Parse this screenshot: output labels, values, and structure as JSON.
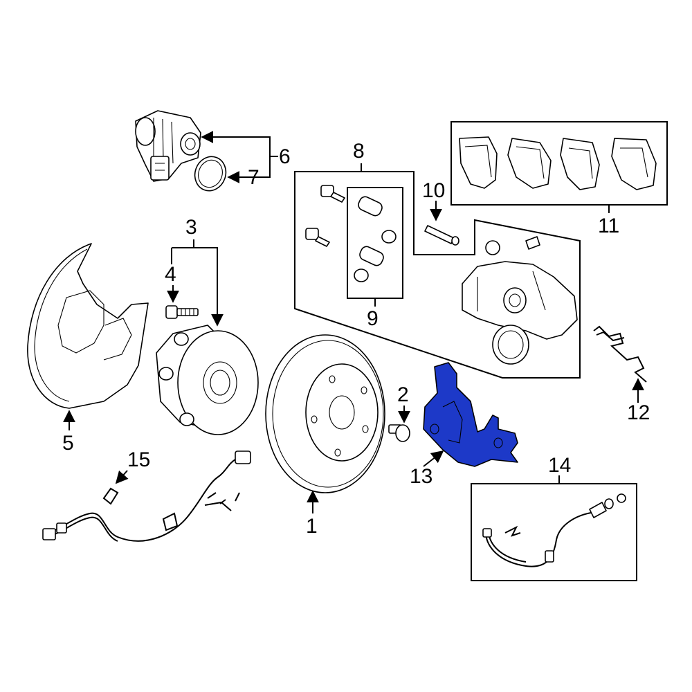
{
  "diagram": {
    "highlight_color": "#1d39c8",
    "callouts": [
      {
        "id": "1",
        "text": "1"
      },
      {
        "id": "2",
        "text": "2"
      },
      {
        "id": "3",
        "text": "3"
      },
      {
        "id": "4",
        "text": "4"
      },
      {
        "id": "5",
        "text": "5"
      },
      {
        "id": "6",
        "text": "6"
      },
      {
        "id": "7",
        "text": "7"
      },
      {
        "id": "8",
        "text": "8"
      },
      {
        "id": "9",
        "text": "9"
      },
      {
        "id": "10",
        "text": "10"
      },
      {
        "id": "11",
        "text": "11"
      },
      {
        "id": "12",
        "text": "12"
      },
      {
        "id": "13",
        "text": "13"
      },
      {
        "id": "14",
        "text": "14"
      },
      {
        "id": "15",
        "text": "15"
      }
    ]
  }
}
